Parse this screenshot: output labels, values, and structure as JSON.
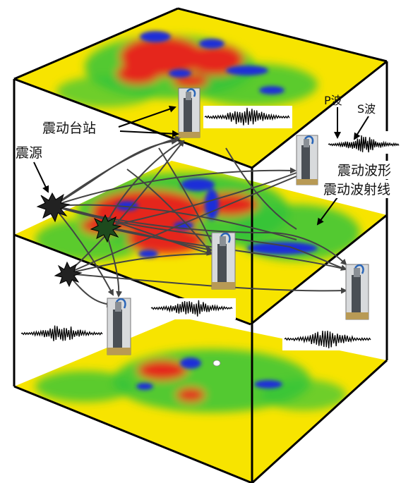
{
  "labels": {
    "source": "震源",
    "station": "震动台站",
    "p_wave": "P波",
    "s_wave": "S波",
    "waveform": "震动波形",
    "ray": "震动波射线"
  },
  "colors": {
    "background_layer": "#f7e400",
    "low_velocity": "#e5281c",
    "high_velocity": "#1f2fd8",
    "intermediate": "#35c43a",
    "frame": "#000000",
    "ray": "#444444",
    "source_burst": "#222222",
    "source_burst_inner": "#1d4a1d"
  },
  "icons": {
    "source": "burst-star-icon",
    "station": "seismometer-icon",
    "waveform": "seismogram-trace-icon"
  }
}
